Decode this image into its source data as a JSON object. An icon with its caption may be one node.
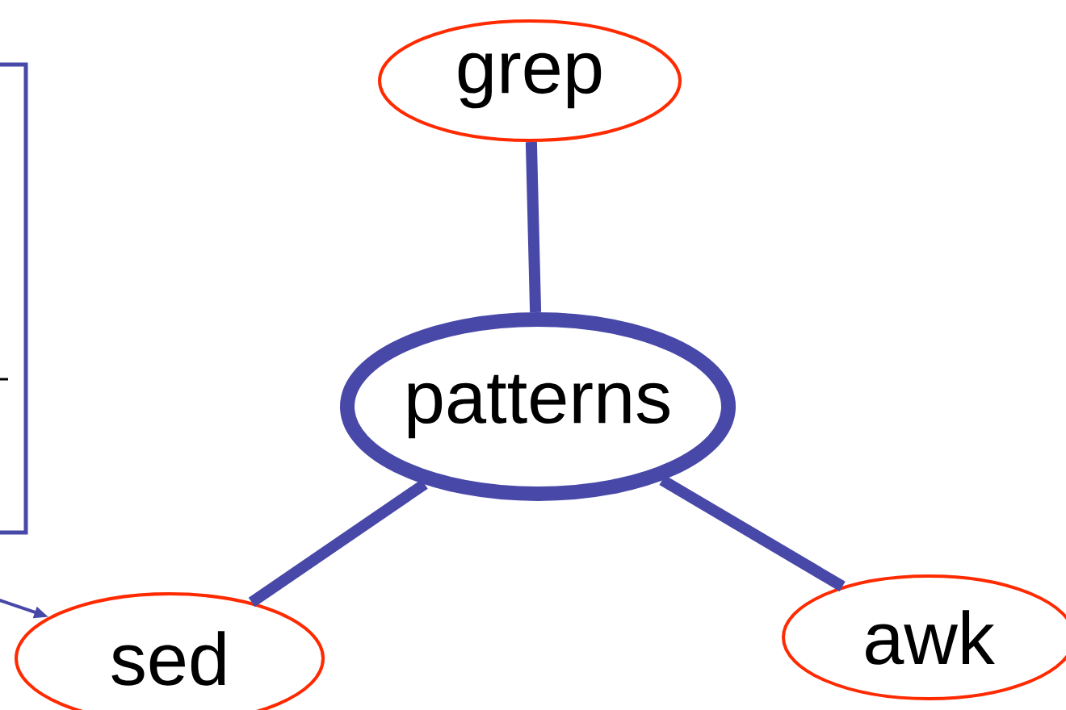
{
  "diagram": {
    "nodes": [
      {
        "text": [],
        "shape": "box"
      },
      {
        "text": [
          "grep"
        ]
      },
      {
        "text": [
          "patterns"
        ]
      },
      {
        "text": [
          "sed"
        ]
      },
      {
        "text": [
          "awk"
        ]
      }
    ],
    "edges": [
      {
        "from": 2,
        "to": 1,
        "arrow": "none"
      },
      {
        "from": 2,
        "to": 3,
        "arrow": "none"
      },
      {
        "from": 2,
        "to": 4,
        "arrow": "none"
      },
      {
        "from": null,
        "to": 3,
        "arrow": "to"
      }
    ]
  }
}
